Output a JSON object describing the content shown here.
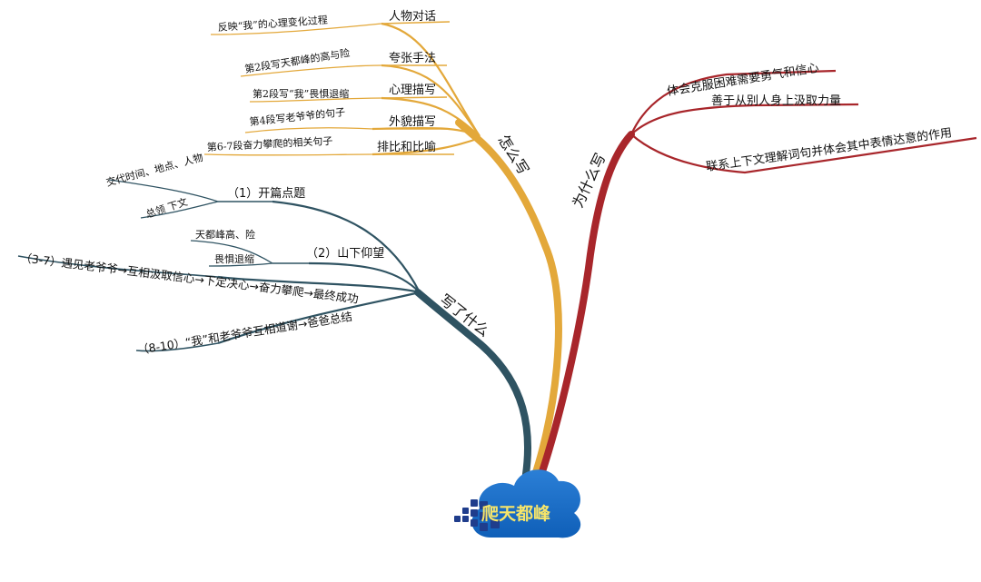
{
  "root": {
    "label": "爬天都峰"
  },
  "branches": {
    "how": {
      "label": "怎么写",
      "color": "#e3a83a",
      "items": [
        {
          "label": "人物对话",
          "detail": "反映“我”的心理变化过程"
        },
        {
          "label": "夸张手法",
          "detail": "第2段写天都峰的高与险"
        },
        {
          "label": "心理描写",
          "detail": "第2段写“我”畏惧退缩"
        },
        {
          "label": "外貌描写",
          "detail": "第4段写老爷爷的句子"
        },
        {
          "label": "排比和比喻",
          "detail": "第6-7段奋力攀爬的相关句子"
        }
      ]
    },
    "what": {
      "label": "写了什么",
      "color": "#2f5362",
      "items": [
        {
          "label": "（1）开篇点题",
          "details": [
            "交代时间、地点、人物",
            "总领 下文"
          ]
        },
        {
          "label": "（2）山下仰望",
          "details": [
            "天都峰高、险",
            "畏惧退缩"
          ]
        },
        {
          "label": "（3-7）遇见老爷爷→互相汲取信心→下定决心→奋力攀爬→最终成功"
        },
        {
          "label": "（8-10）“我”和老爷爷互相道谢→爸爸总结"
        }
      ]
    },
    "why": {
      "label": "为什么写",
      "color": "#a8262b",
      "items": [
        {
          "label": "体会克服困难需要勇气和信心"
        },
        {
          "label": "善于从别人身上汲取力量"
        },
        {
          "label": "联系上下文理解词句并体会其中表情达意的作用"
        }
      ]
    }
  }
}
